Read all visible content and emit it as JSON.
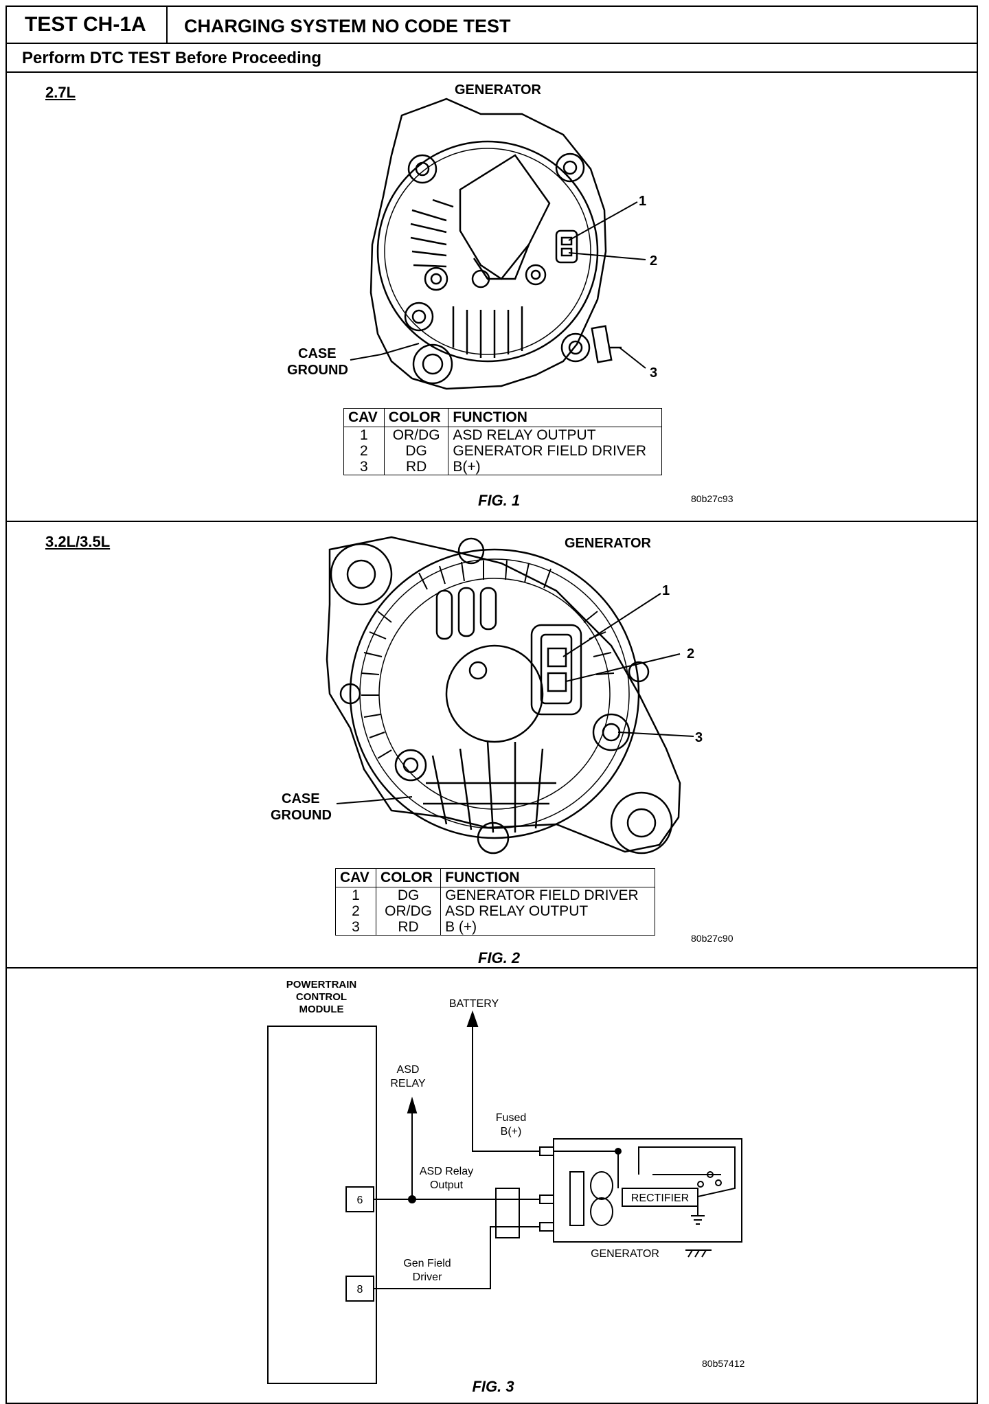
{
  "header": {
    "test_id": "TEST CH-1A",
    "test_title": "CHARGING SYSTEM NO CODE TEST",
    "subheader": "Perform DTC TEST Before Proceeding"
  },
  "fig1": {
    "engine": "2.7L",
    "title": "GENERATOR",
    "callouts": [
      "1",
      "2",
      "3"
    ],
    "case_ground": [
      "CASE",
      "GROUND"
    ],
    "table_headers": [
      "CAV",
      "COLOR",
      "FUNCTION"
    ],
    "rows": [
      {
        "cav": "1",
        "color": "OR/DG",
        "function": "ASD RELAY OUTPUT"
      },
      {
        "cav": "2",
        "color": "DG",
        "function": "GENERATOR FIELD DRIVER"
      },
      {
        "cav": "3",
        "color": "RD",
        "function": "B(+)"
      }
    ],
    "caption": "FIG. 1",
    "code": "80b27c93"
  },
  "fig2": {
    "engine": "3.2L/3.5L",
    "title": "GENERATOR",
    "callouts": [
      "1",
      "2",
      "3"
    ],
    "case_ground": [
      "CASE",
      "GROUND"
    ],
    "table_headers": [
      "CAV",
      "COLOR",
      "FUNCTION"
    ],
    "rows": [
      {
        "cav": "1",
        "color": "DG",
        "function": "GENERATOR FIELD DRIVER"
      },
      {
        "cav": "2",
        "color": "OR/DG",
        "function": "ASD RELAY OUTPUT"
      },
      {
        "cav": "3",
        "color": "RD",
        "function": "B (+)"
      }
    ],
    "caption": "FIG. 2",
    "code": "80b27c90"
  },
  "fig3": {
    "pcm": [
      "POWERTRAIN",
      "CONTROL",
      "MODULE"
    ],
    "battery": "BATTERY",
    "asd_relay": [
      "ASD",
      "RELAY"
    ],
    "fused": [
      "Fused",
      "B(+)"
    ],
    "asd_output": [
      "ASD  Relay",
      "Output"
    ],
    "gen_field": [
      "Gen Field",
      "Driver"
    ],
    "rectifier": "RECTIFIER",
    "generator": "GENERATOR",
    "pins": [
      "6",
      "8"
    ],
    "caption": "FIG. 3",
    "code": "80b57412"
  }
}
